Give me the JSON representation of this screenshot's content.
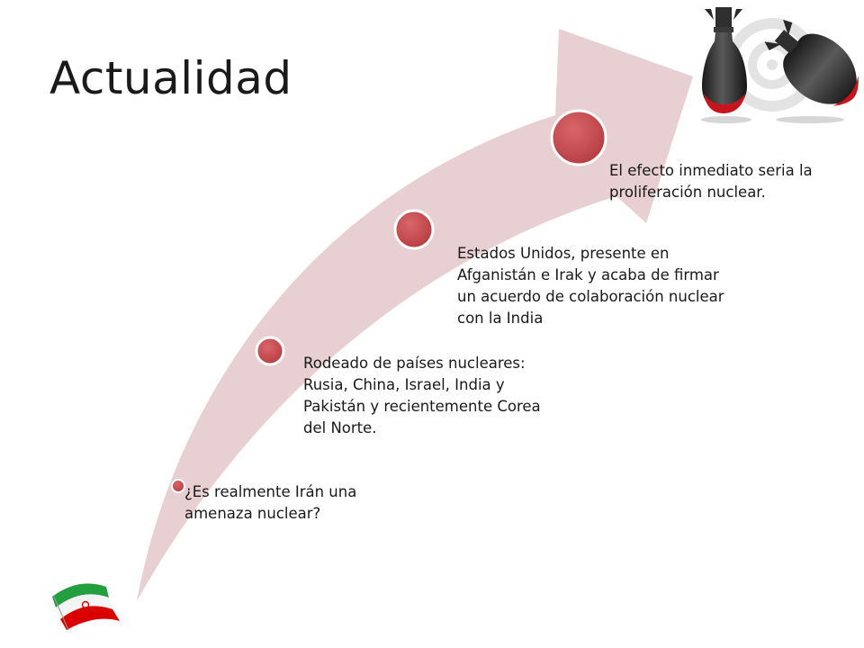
{
  "slide": {
    "title": "Actualidad",
    "steps": [
      {
        "text": "¿Es realmente Irán una amenaza nuclear?"
      },
      {
        "text": "Rodeado de países nucleares: Rusia, China, Israel, India y Pakistán y recientemente Corea del Norte."
      },
      {
        "text": "Estados Unidos,  presente en Afganistán e Irak y acaba de firmar un acuerdo de colaboración nuclear con la India"
      },
      {
        "text": "El efecto inmediato seria la proliferación nuclear."
      }
    ]
  },
  "icons": {
    "flag": "iran-flag-icon",
    "bombs": "bombs-target-icon"
  },
  "colors": {
    "arrow_fill": "#e8cfd1",
    "marker": "#c2484c",
    "flag_green": "#239f40",
    "flag_red": "#da0000",
    "bomb_body": "#2a2a2a",
    "bomb_tip": "#c8141c"
  }
}
